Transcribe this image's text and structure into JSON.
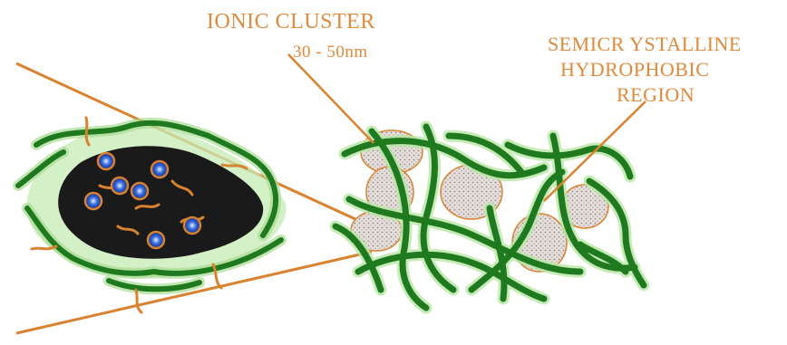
{
  "labels": {
    "ionic_cluster": "IONIC CLUSTER",
    "cluster_size": "30 - 50nm",
    "semicrystalline_line1": "SEMICR YSTALLINE",
    "semicrystalline_line2": "HYDROPHOBIC",
    "semicrystalline_line3": "REGION"
  },
  "colors": {
    "annotation_orange": "#e08a3c",
    "chain_green": "#1f7a1f",
    "chain_glow": "#b9e7a6",
    "cluster_core": "#1a1a1a",
    "ion_blue": "#2a5fcf",
    "crystalline_fill": "#d9d0cc",
    "side_chain": "#d9822f"
  }
}
